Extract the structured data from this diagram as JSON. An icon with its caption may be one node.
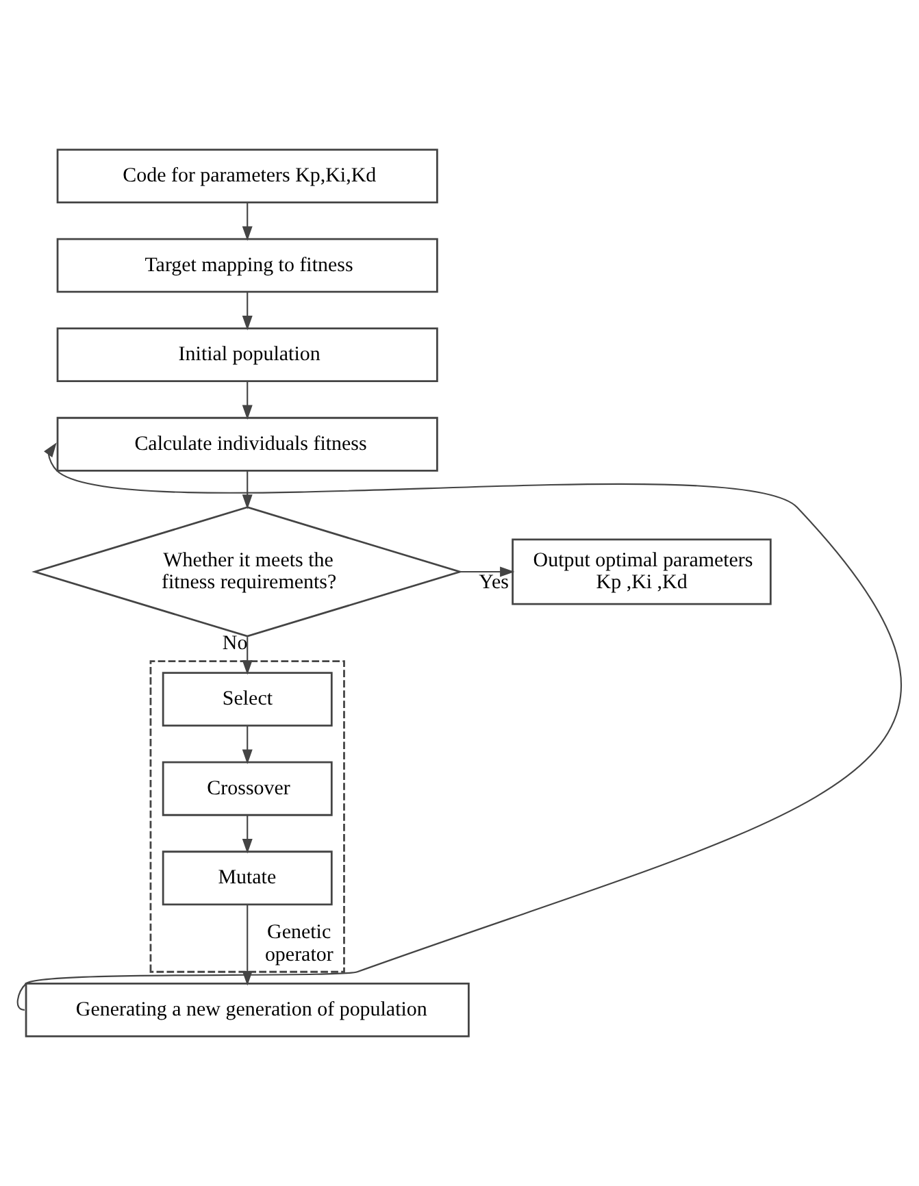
{
  "diagram": {
    "nodes": [
      {
        "text": [
          "Code for parameters Kp,Ki,Kd"
        ]
      },
      {
        "text": [
          "Target mapping to fitness"
        ]
      },
      {
        "text": [
          "Initial population"
        ]
      },
      {
        "text": [
          "Calculate individuals fitness"
        ]
      },
      {
        "text": [
          "Whether it meets the fitness requirements?"
        ]
      },
      {
        "text": [
          "Output optimal parameters Kp ,Ki ,Kd"
        ]
      },
      {
        "text": [
          "Genetic operator"
        ]
      },
      {
        "text": [
          "Select"
        ],
        "in": 6
      },
      {
        "text": [
          "Crossover"
        ],
        "in": 6
      },
      {
        "text": [
          "Mutate"
        ],
        "in": 6
      },
      {
        "text": [
          "Generating a new generation of population"
        ]
      }
    ],
    "edges": [
      {
        "from": 0,
        "to": 1,
        "arrow": "to"
      },
      {
        "from": 1,
        "to": 2,
        "arrow": "to"
      },
      {
        "from": 2,
        "to": 3,
        "arrow": "to"
      },
      {
        "from": 3,
        "to": 4,
        "arrow": "to"
      },
      {
        "from": 4,
        "to": 5,
        "arrow": "to",
        "label": "Yes"
      },
      {
        "from": 4,
        "to": 7,
        "arrow": "to",
        "label": "No"
      },
      {
        "from": 7,
        "to": 8,
        "arrow": "to"
      },
      {
        "from": 8,
        "to": 9,
        "arrow": "to"
      },
      {
        "from": 9,
        "to": 10,
        "arrow": "to"
      },
      {
        "from": 10,
        "to": 3,
        "arrow": "to"
      }
    ]
  }
}
